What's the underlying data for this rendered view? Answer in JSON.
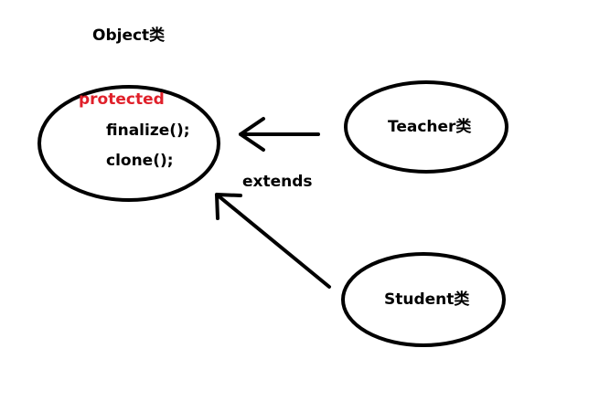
{
  "diagram": {
    "object_title": "Object类",
    "object_modifier": "protected",
    "object_methods": [
      "finalize();",
      "clone();"
    ],
    "teacher_label": "Teacher类",
    "student_label": "Student类",
    "edge_label": "extends"
  },
  "colors": {
    "stroke": "#000000",
    "text": "#000000",
    "modifier": "#e0202a",
    "background": "#ffffff"
  }
}
